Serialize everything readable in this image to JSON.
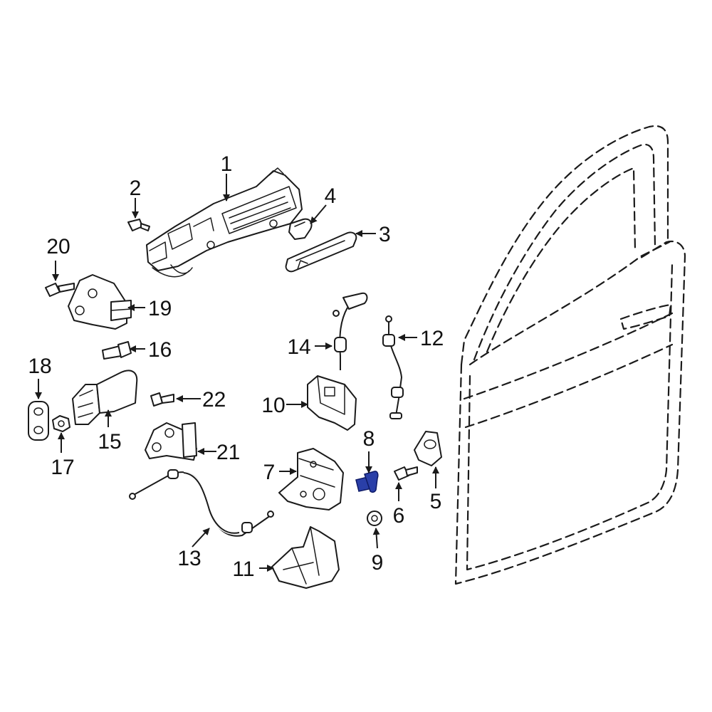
{
  "callouts": {
    "p1": "1",
    "p2": "2",
    "p3": "3",
    "p4": "4",
    "p5": "5",
    "p6": "6",
    "p7": "7",
    "p8": "8",
    "p9": "9",
    "p10": "10",
    "p11": "11",
    "p12": "12",
    "p13": "13",
    "p14": "14",
    "p15": "15",
    "p16": "16",
    "p17": "17",
    "p18": "18",
    "p19": "19",
    "p20": "20",
    "p21": "21",
    "p22": "22"
  },
  "highlight": {
    "part": "8",
    "color": "#2a3fa8"
  },
  "line_color": "#1a1a1a"
}
